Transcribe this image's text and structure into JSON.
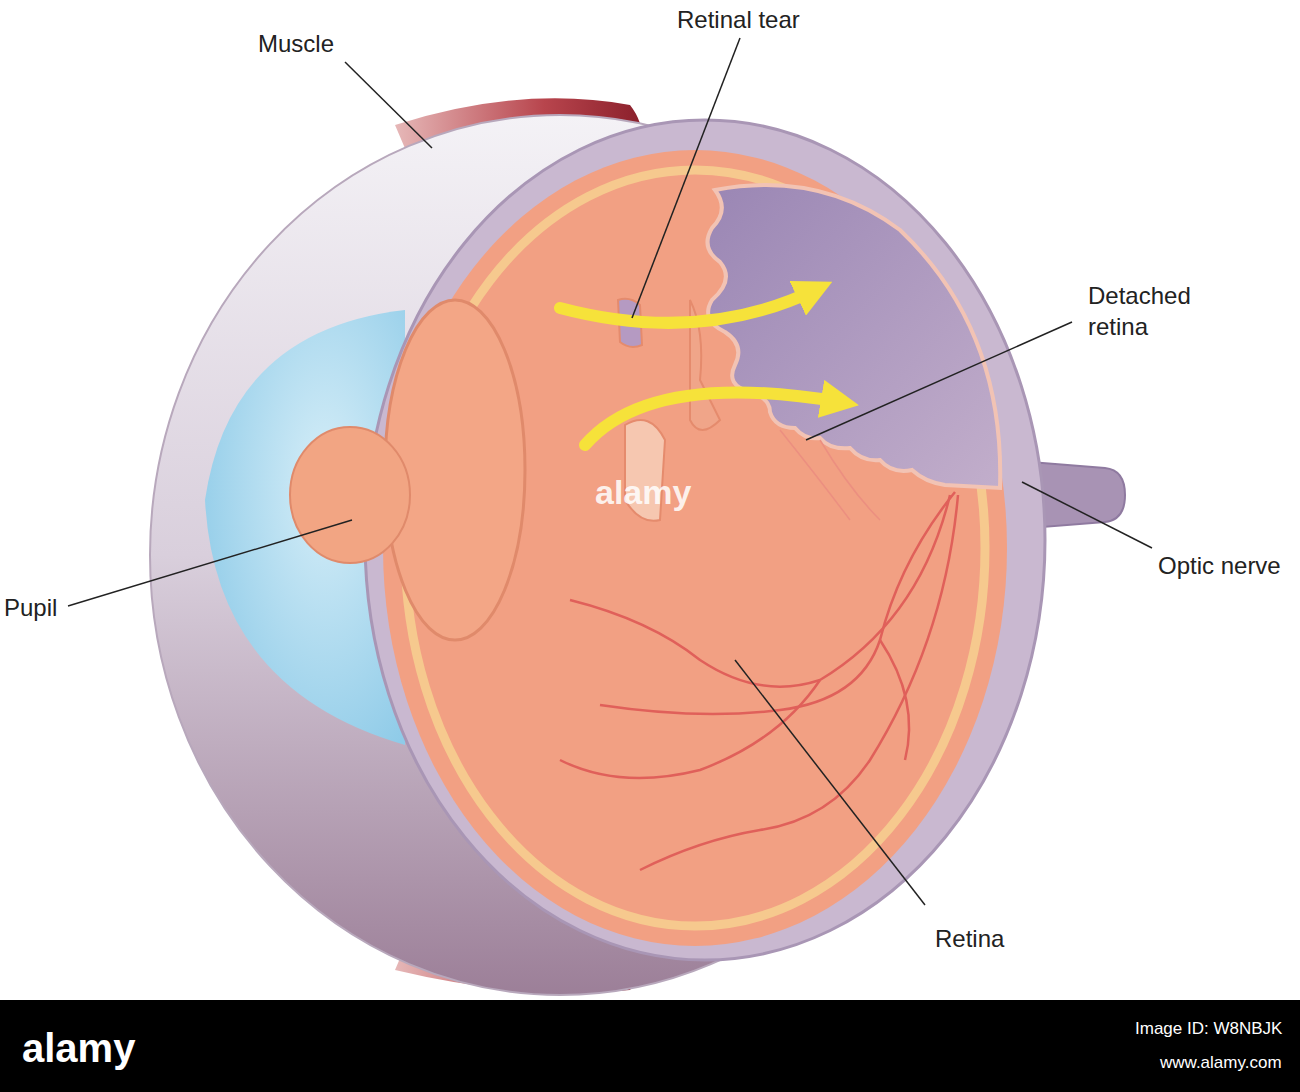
{
  "diagram": {
    "labels": [
      "Muscle",
      "Retinal tear",
      "Detached retina",
      "Pupil",
      "Optic nerve",
      "Retina",
      "alamy",
      "alamy",
      "Image ID: W8NBJK",
      "www.alamy.com"
    ]
  }
}
